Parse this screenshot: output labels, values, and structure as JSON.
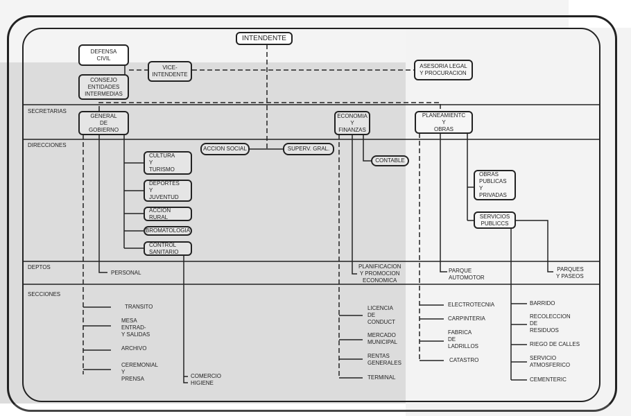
{
  "bands": {
    "secretarias": "SECRETARIAS",
    "direcciones": "DIRECCIONES",
    "deptos": "DEPTOS",
    "secciones": "SECCIONES"
  },
  "boxes": {
    "intendente": "INTENDENTE",
    "defensa_civil": "DEFENSA\nCIVIL",
    "vice_intendente": "VICE-\nINTENDENTE",
    "consejo": "CONSEJO\nENTIDADES\nINTERMEDIAS",
    "asesoria": "ASESORIA LEGAL\nY PROCURACION",
    "gobierno": "GENERAL\nDE\nGOBIERNO",
    "economia": "ECONOMIA\nY\nFINANZAS",
    "planeamiento": "PLANEAMIENTC\nY\nOBRAS",
    "accion_social": "ACCION SOCIAL",
    "superv": "SUPERV. GRAL.",
    "contable": "CONTABLE",
    "cultura": "CULTURA\nY\nTURISMO",
    "deportes": "DEPORTES\nY\nJUVENTUD",
    "accion_rural": "ACCION\nRURAL",
    "bromatologia": "BROMATOLOGIA",
    "control_sanitario": "CONTROL\nSANITARIO",
    "obras_publicas": "OBRAS\nPUBLICAS\nY\nPRIVADAS",
    "servicios_publicos": "SERVICIOS\nPUBLICCS"
  },
  "deptos": {
    "personal": "PERSONAL",
    "planificacion": "PLANIFICACION\nY PROMOCION\nECONOMICA",
    "parque": "PARQUE\nAUTOMOTOR",
    "parques": "PARQUES\nY PASEOS"
  },
  "secciones": {
    "gobierno": [
      "TRANSITO",
      "MESA\nENTRAD-\nY SALIDAS",
      "ARCHIVO",
      "CEREMONIAL\nY\nPRENSA"
    ],
    "sanitario": [
      "COMERCIO\nHIGIENE"
    ],
    "economia": [
      "LICENCIA\nDE\nCONDUCT",
      "MERCADO\nMUNICIPAL",
      "RENTAS\nGENERALES",
      "TERMINAL"
    ],
    "planeamiento": [
      "ELECTROTECNIA",
      "CARPINTERIA",
      "FABRICA\nDE\nLADRILLOS",
      "CATASTRO"
    ],
    "servicios": [
      "BARRIDO",
      "RECOLECCION\nDE\nRESIDUOS",
      "RIEGO DE CALLES",
      "SERVICIO\nATMOSFERICO",
      "CEMENTERIC"
    ]
  }
}
